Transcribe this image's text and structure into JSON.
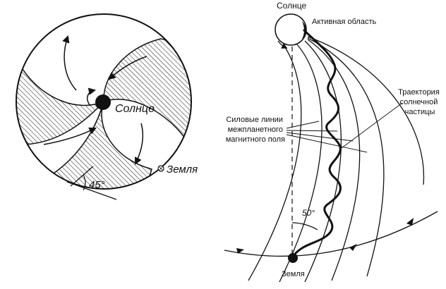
{
  "left_panel": {
    "sun_label": "Солнце",
    "earth_label": "Земля",
    "angle_label": "45°"
  },
  "right_panel": {
    "sun_label": "Солнце",
    "active_region_label": "Активная область",
    "field_lines_label": [
      "Силовые линии",
      "межпланетного",
      "магнитного поля"
    ],
    "trajectory_label": [
      "Траектория",
      "солнечной",
      "частицы"
    ],
    "angle_label": "50°",
    "earth_label": "Земля"
  },
  "colors": {
    "ink": "#111111",
    "background": "#ffffff"
  }
}
